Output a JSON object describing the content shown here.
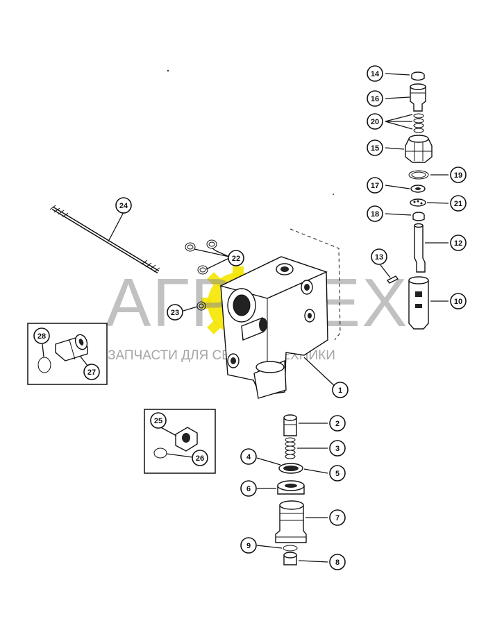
{
  "watermark": {
    "brand_left": "АГР",
    "brand_right": "ТЕХ",
    "tagline": "ЗАПЧАСТИ ДЛЯ СЕЛЬХОЗТЕХНИКИ",
    "gear_color": "#f5e600"
  },
  "callouts": [
    "1",
    "2",
    "3",
    "4",
    "5",
    "6",
    "7",
    "8",
    "9",
    "10",
    "12",
    "13",
    "14",
    "15",
    "16",
    "17",
    "18",
    "19",
    "20",
    "21",
    "22",
    "23",
    "24",
    "25",
    "26",
    "27",
    "28"
  ]
}
